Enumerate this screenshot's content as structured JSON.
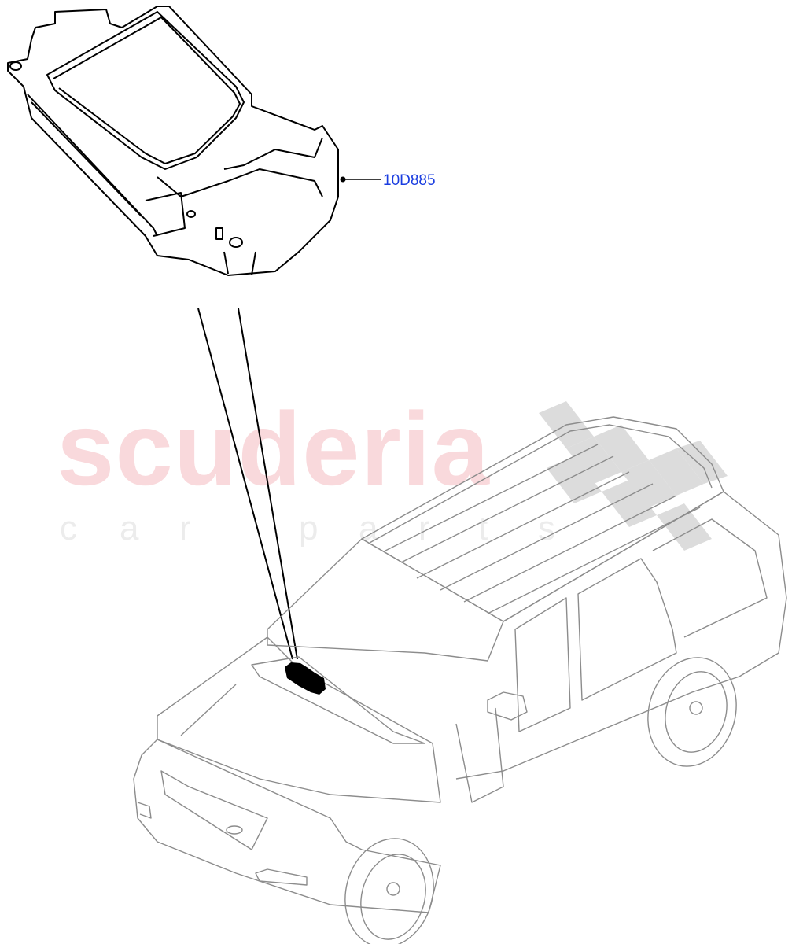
{
  "diagram": {
    "type": "parts-exploded-view",
    "callouts": [
      {
        "part_number": "10D885",
        "color": "#1a3de0"
      }
    ]
  },
  "watermark": {
    "brand": "scuderia",
    "subtitle_letters": [
      "c",
      "a",
      "r",
      "",
      "p",
      "a",
      "r",
      "t",
      "s"
    ],
    "brand_color": "#f9d9dc",
    "subtitle_color": "#ececec"
  },
  "colors": {
    "part_outline": "#000000",
    "vehicle_outline": "#8c8c8c",
    "highlight_fill": "#000000",
    "checker": "#dcdcdc"
  }
}
